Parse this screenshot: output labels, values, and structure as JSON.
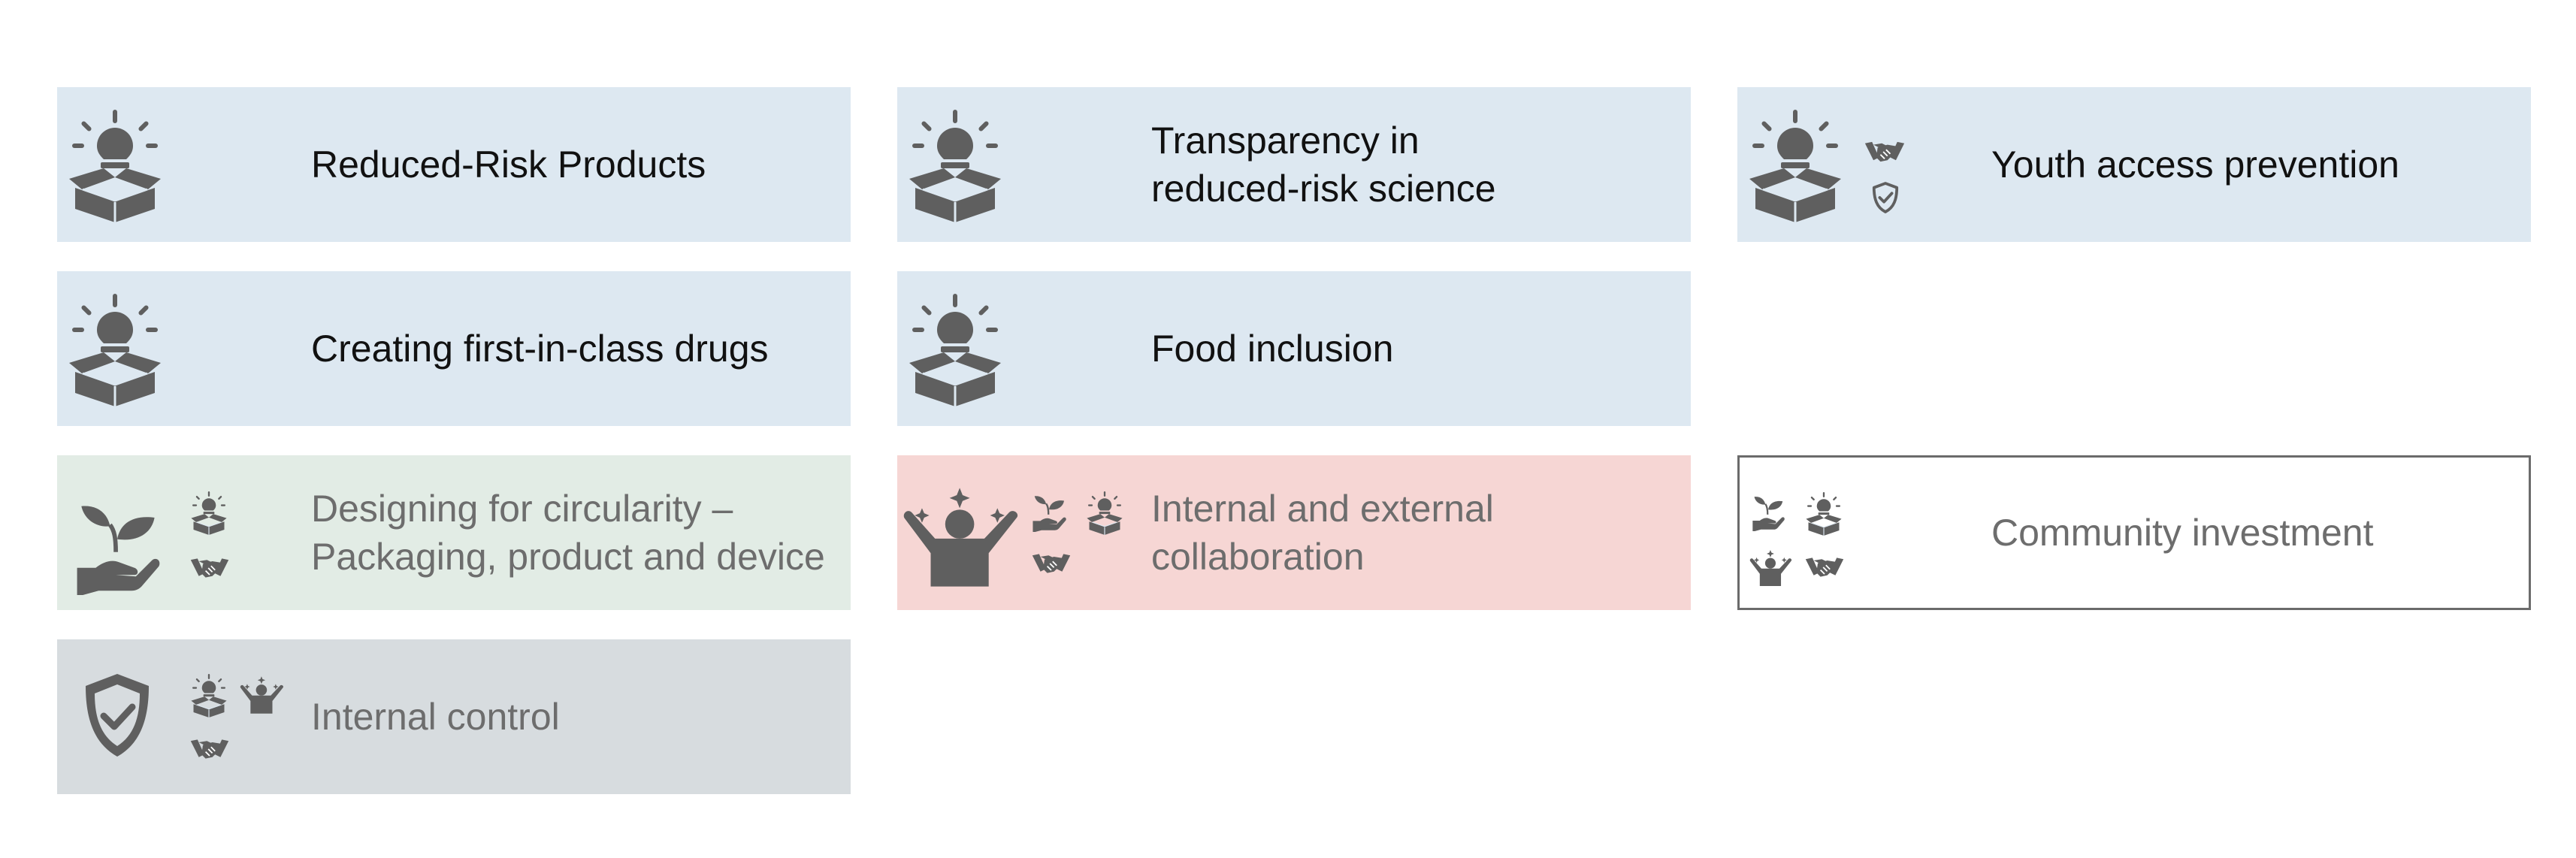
{
  "cards": [
    {
      "title": "Reduced-Risk Products",
      "icons": [
        "lightbulb-box-icon"
      ]
    },
    {
      "title": "Transparency in reduced-risk science",
      "lines": [
        "Transparency in",
        "reduced-risk science"
      ],
      "icons": [
        "lightbulb-box-icon"
      ]
    },
    {
      "title": "Youth access prevention",
      "icons": [
        "lightbulb-box-icon",
        "handshake-icon",
        "shield-check-icon"
      ]
    },
    {
      "title": "Creating first-in-class drugs",
      "icons": [
        "lightbulb-box-icon"
      ]
    },
    {
      "title": "Food inclusion",
      "icons": [
        "lightbulb-box-icon"
      ]
    },
    {
      "title": "Designing for circularity – Packaging, product and device",
      "lines": [
        "Designing for circularity –",
        "Packaging, product and device"
      ],
      "icons": [
        "plant-hand-icon",
        "lightbulb-box-icon",
        "handshake-icon"
      ]
    },
    {
      "title": "Internal and external collaboration",
      "lines": [
        "Internal and external",
        "collaboration"
      ],
      "icons": [
        "person-cheering-icon",
        "plant-hand-icon",
        "lightbulb-box-icon",
        "handshake-icon"
      ]
    },
    {
      "title": "Community investment",
      "icons": [
        "plant-hand-icon",
        "lightbulb-box-icon",
        "person-cheering-icon",
        "handshake-icon"
      ]
    },
    {
      "title": "Internal control",
      "icons": [
        "shield-check-icon",
        "lightbulb-box-icon",
        "person-cheering-icon",
        "handshake-icon"
      ]
    }
  ],
  "colors": {
    "blue": "#dde8f1",
    "green": "#e2ece5",
    "pink": "#f6d6d4",
    "gray": "#d7dcdf",
    "icon": "#5f5f5f",
    "dark_text": "#111111",
    "muted_text": "#6d6d6d"
  }
}
